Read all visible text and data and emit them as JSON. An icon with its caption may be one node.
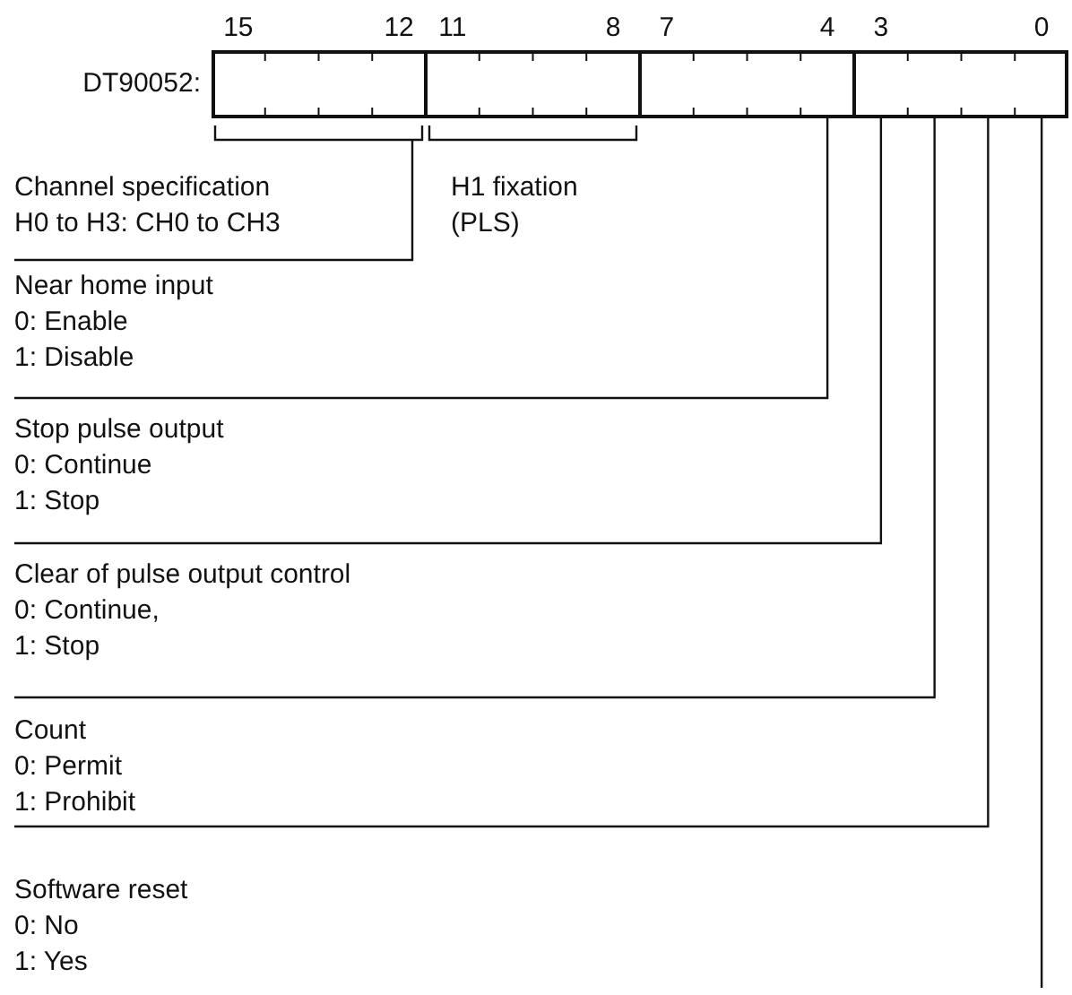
{
  "diagram": {
    "nodes": [
      {
        "text": [],
        "shape": "box",
        "beside": [
          "DT90052:"
        ]
      },
      {
        "text": [],
        "shape": "bracket"
      },
      {
        "text": [],
        "shape": "bracket",
        "beside": [
          "H1 fixation (PLS)"
        ]
      },
      {
        "text": [
          "Channel specification",
          "H0 to H3: CH0 to CH3"
        ]
      },
      {
        "text": [
          "Near home input",
          "0: Enable",
          "1: Disable"
        ]
      },
      {
        "text": [
          "Stop pulse output",
          "0: Continue",
          "1: Stop"
        ]
      },
      {
        "text": [
          "Clear of pulse output control",
          "0: Continue,",
          "1: Stop"
        ]
      },
      {
        "text": [
          "Count",
          "0: Permit",
          "1: Prohibit"
        ]
      },
      {
        "text": [
          "Software reset",
          "0: No",
          "1: Yes"
        ]
      }
    ],
    "edges": [
      {
        "from": 3,
        "to": 1,
        "arrow": "none"
      },
      {
        "from": 4,
        "to": 0,
        "arrow": "none"
      },
      {
        "from": 5,
        "to": 0,
        "arrow": "none"
      },
      {
        "from": 6,
        "to": 0,
        "arrow": "none"
      },
      {
        "from": 7,
        "to": 0,
        "arrow": "none"
      },
      {
        "from": null,
        "to": 0,
        "arrow": "none"
      }
    ],
    "labels": [
      "15",
      "12",
      "11",
      "8",
      "7",
      "4",
      "3",
      "0"
    ]
  }
}
